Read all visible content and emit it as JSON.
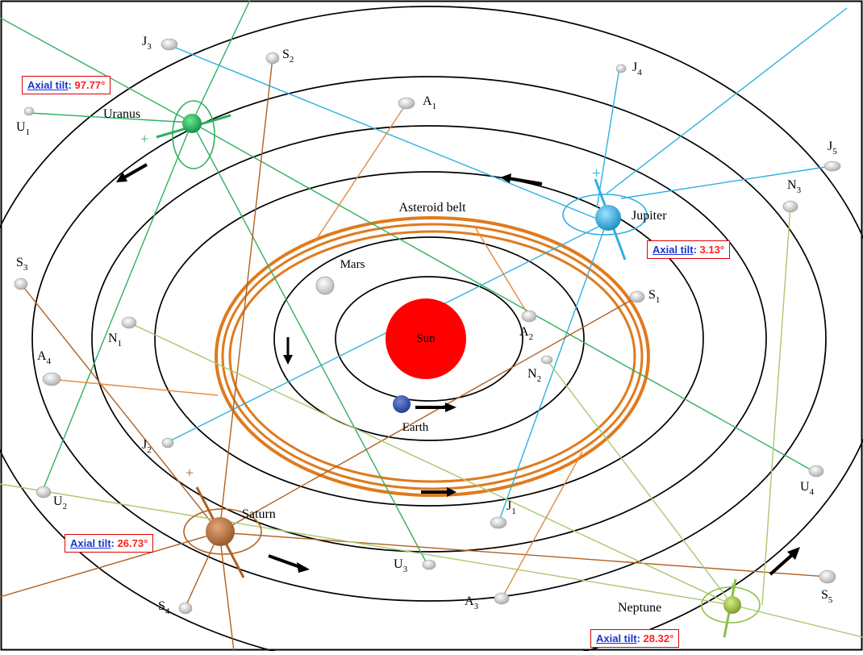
{
  "bodies": {
    "sun": "Sun",
    "earth": "Earth",
    "mars": "Mars",
    "asteroid_belt": "Asteroid belt",
    "jupiter": "Jupiter",
    "saturn": "Saturn",
    "uranus": "Uranus",
    "neptune": "Neptune"
  },
  "axial_tilts": {
    "label": "Axial tilt",
    "uranus": "97.77°",
    "jupiter": "3.13°",
    "saturn": "26.73°",
    "neptune": "28.32°"
  },
  "points": {
    "A": [
      "A",
      "1",
      "2",
      "3",
      "4"
    ],
    "J": [
      "J",
      "1",
      "2",
      "3",
      "4",
      "5"
    ],
    "S": [
      "S",
      "1",
      "2",
      "3",
      "4",
      "5"
    ],
    "U": [
      "U",
      "1",
      "2",
      "3",
      "4"
    ],
    "N": [
      "N",
      "1",
      "2"
    ],
    "N3": [
      "N",
      "3"
    ]
  },
  "polarity": "+",
  "colors": {
    "sun": "#ff0000",
    "earth": "#2f4fa8",
    "belt": "#e07a1c",
    "jupiter_lines": "#2fb0e0",
    "saturn_lines": "#b06020",
    "uranus_lines": "#30b060",
    "neptune_lines": "#a8c870",
    "asteroid_lines": "#e08a40",
    "tilt_border": "#e00000",
    "tilt_label": "#1a35d0",
    "tilt_value": "#ff2020"
  }
}
